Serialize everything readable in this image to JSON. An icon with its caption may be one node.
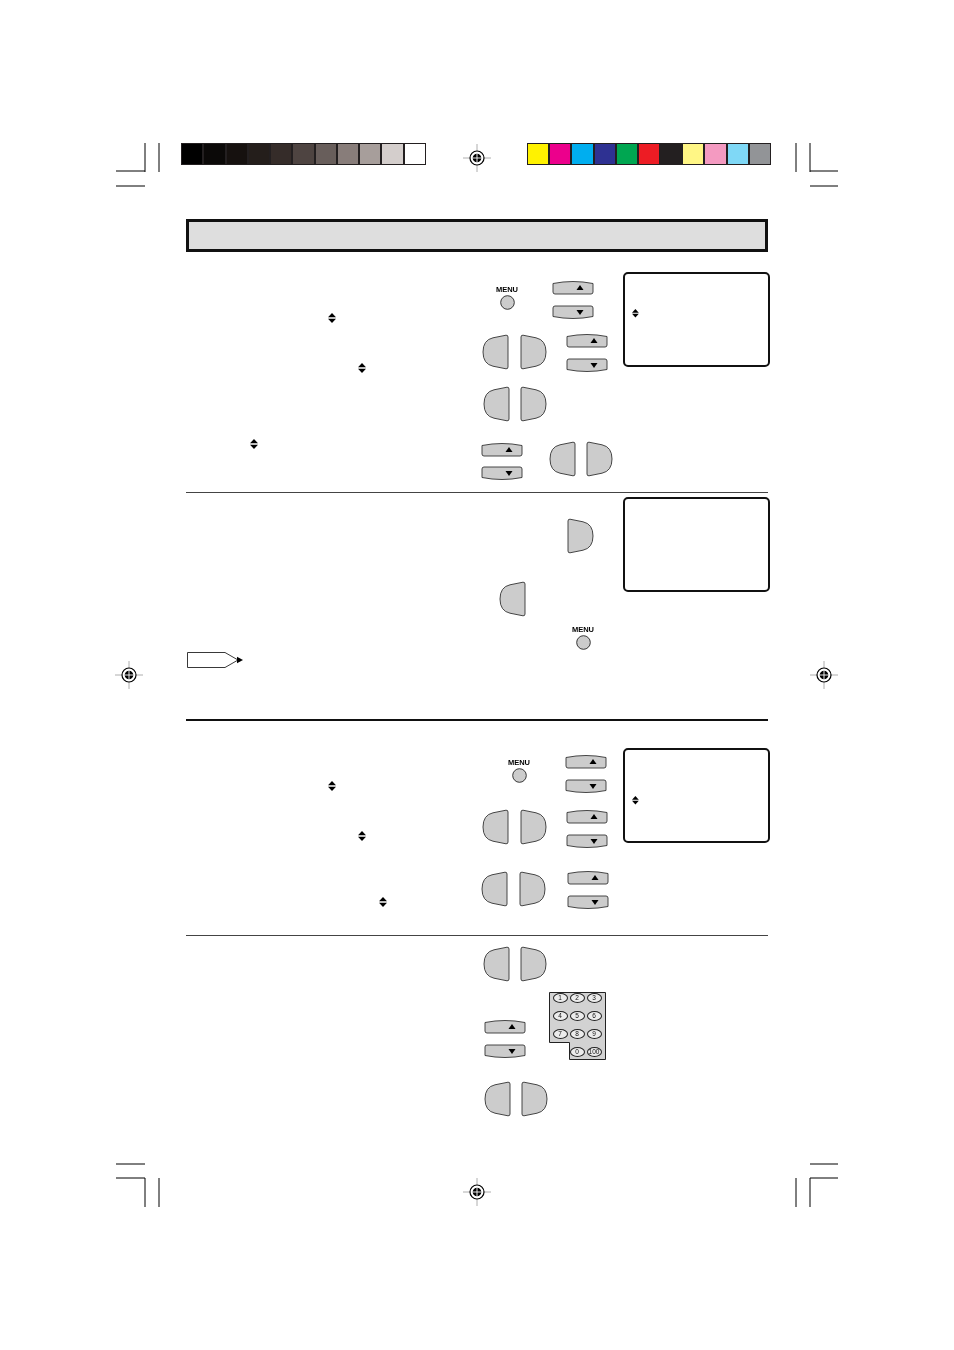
{
  "diagram": {
    "nodes": [
      {
        "text": [],
        "shape": "box"
      },
      {
        "text": [
          "MENU"
        ]
      },
      {
        "text": [],
        "shape": "box"
      },
      {
        "text": [],
        "shape": "box"
      },
      {
        "text": [
          "MENU"
        ]
      },
      {
        "text": [
          "MENU"
        ]
      },
      {
        "text": [],
        "shape": "box"
      },
      {
        "text": [],
        "shape": "box"
      },
      {
        "text": [
          "1"
        ],
        "in": 7
      },
      {
        "text": [
          "2"
        ],
        "in": 7
      },
      {
        "text": [
          "3"
        ],
        "in": 7
      },
      {
        "text": [
          "4"
        ],
        "in": 7
      },
      {
        "text": [
          "5"
        ],
        "in": 7
      },
      {
        "text": [
          "6"
        ],
        "in": 7
      },
      {
        "text": [
          "7"
        ],
        "in": 7
      },
      {
        "text": [
          "8"
        ],
        "in": 7
      },
      {
        "text": [
          "9"
        ],
        "in": 7
      },
      {
        "text": [
          "0"
        ],
        "in": 7
      },
      {
        "text": [
          "100"
        ],
        "in": 7
      }
    ]
  }
}
